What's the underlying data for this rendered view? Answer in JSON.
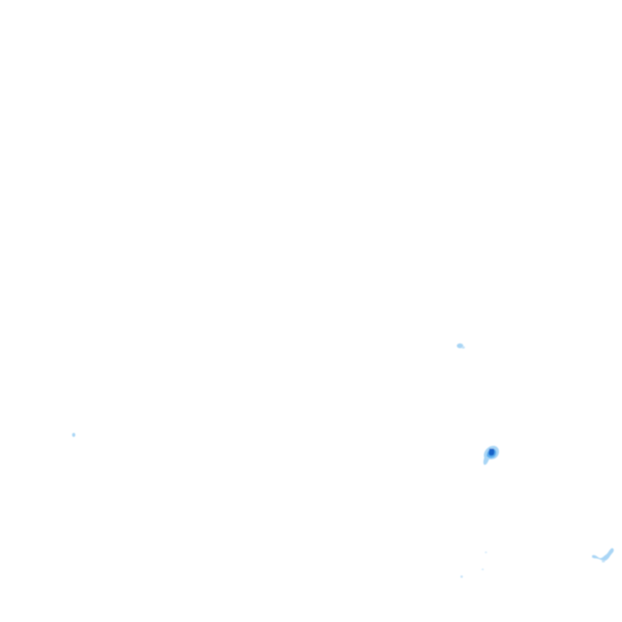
{
  "map": {
    "background_color": "#ffffff",
    "layer": "radar-precipitation",
    "palette": {
      "very_light": "#d6ecfb",
      "light": "#a9d5f5",
      "medium": "#5fb0ee",
      "strong": "#2b86dd",
      "intense": "#1462c8"
    },
    "echoes": [
      {
        "name": "echo-east-small",
        "intensity": "light"
      },
      {
        "name": "echo-west-dot",
        "intensity": "light"
      },
      {
        "name": "echo-core-cell",
        "intensity": "intense"
      },
      {
        "name": "echo-southeast-cluster",
        "intensity": "light"
      },
      {
        "name": "echo-south-specks",
        "intensity": "very_light"
      }
    ]
  }
}
